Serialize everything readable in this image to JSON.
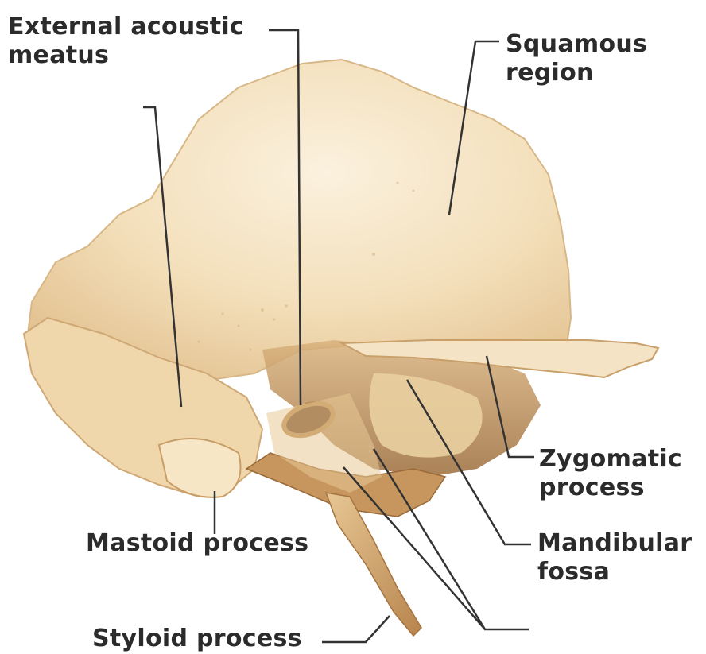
{
  "labels": {
    "external_acoustic_meatus": [
      "External acoustic",
      "meatus"
    ],
    "squamous_region": [
      "Squamous",
      "region"
    ],
    "zygomatic_process": [
      "Zygomatic",
      "process"
    ],
    "mandibular_fossa": [
      "Mandibular",
      "fossa"
    ],
    "mastoid_process": "Mastoid process",
    "styloid_process": "Styloid process"
  },
  "colors": {
    "background": "#ffffff",
    "bone_light": "#f6e8cc",
    "bone_mid": "#ecd3a4",
    "bone_shadow": "#c9a06a",
    "bone_dark": "#8a5e34",
    "leader_line": "#333333",
    "label_text": "#2b2b2b"
  }
}
